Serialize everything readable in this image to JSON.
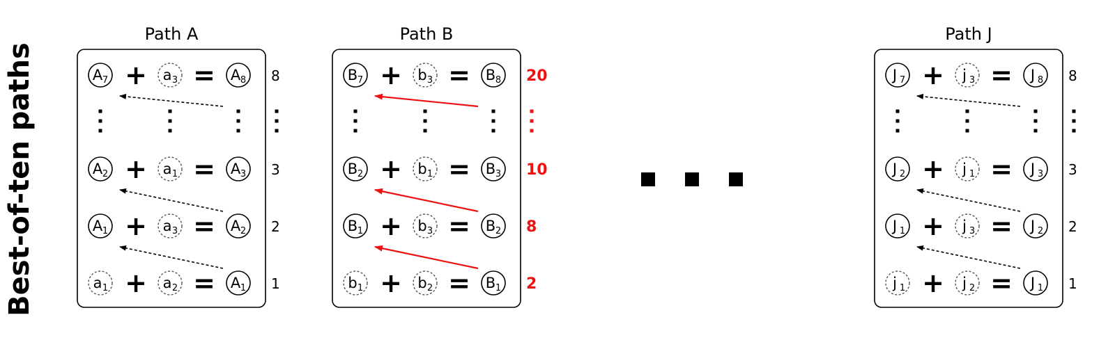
{
  "title": "Best-of-ten paths",
  "colors": {
    "highlight": "#ee1111",
    "ink": "#000000",
    "dotted": "#555555"
  },
  "operators": {
    "plus": "+",
    "equals": "="
  },
  "paths": [
    {
      "label": "Path A",
      "highlight": false,
      "rows": [
        {
          "l": "A",
          "ls": "7",
          "ld": false,
          "r": "a",
          "rs": "3",
          "rd": true,
          "res": "A",
          "ress": "8",
          "val": "8"
        },
        {
          "ellipsis": true
        },
        {
          "l": "A",
          "ls": "2",
          "ld": false,
          "r": "a",
          "rs": "1",
          "rd": true,
          "res": "A",
          "ress": "3",
          "val": "3"
        },
        {
          "l": "A",
          "ls": "1",
          "ld": false,
          "r": "a",
          "rs": "3",
          "rd": true,
          "res": "A",
          "ress": "2",
          "val": "2"
        },
        {
          "l": "a",
          "ls": "1",
          "ld": true,
          "r": "a",
          "rs": "2",
          "rd": true,
          "res": "A",
          "ress": "1",
          "val": "1"
        }
      ]
    },
    {
      "label": "Path B",
      "highlight": true,
      "rows": [
        {
          "l": "B",
          "ls": "7",
          "ld": false,
          "r": "b",
          "rs": "3",
          "rd": true,
          "res": "B",
          "ress": "8",
          "val": "20"
        },
        {
          "ellipsis": true
        },
        {
          "l": "B",
          "ls": "2",
          "ld": false,
          "r": "b",
          "rs": "1",
          "rd": true,
          "res": "B",
          "ress": "3",
          "val": "10"
        },
        {
          "l": "B",
          "ls": "1",
          "ld": false,
          "r": "b",
          "rs": "3",
          "rd": true,
          "res": "B",
          "ress": "2",
          "val": "8"
        },
        {
          "l": "b",
          "ls": "1",
          "ld": true,
          "r": "b",
          "rs": "2",
          "rd": true,
          "res": "B",
          "ress": "1",
          "val": "2"
        }
      ]
    },
    {
      "label": "Path J",
      "highlight": false,
      "rows": [
        {
          "l": "J",
          "ls": "7",
          "ld": false,
          "r": "j",
          "rs": "3",
          "rd": true,
          "res": "J",
          "ress": "8",
          "val": "8"
        },
        {
          "ellipsis": true
        },
        {
          "l": "J",
          "ls": "2",
          "ld": false,
          "r": "j",
          "rs": "1",
          "rd": true,
          "res": "J",
          "ress": "3",
          "val": "3"
        },
        {
          "l": "J",
          "ls": "1",
          "ld": false,
          "r": "j",
          "rs": "3",
          "rd": true,
          "res": "J",
          "ress": "2",
          "val": "2"
        },
        {
          "l": "j",
          "ls": "1",
          "ld": true,
          "r": "j",
          "rs": "2",
          "rd": true,
          "res": "J",
          "ress": "1",
          "val": "1"
        }
      ]
    }
  ]
}
